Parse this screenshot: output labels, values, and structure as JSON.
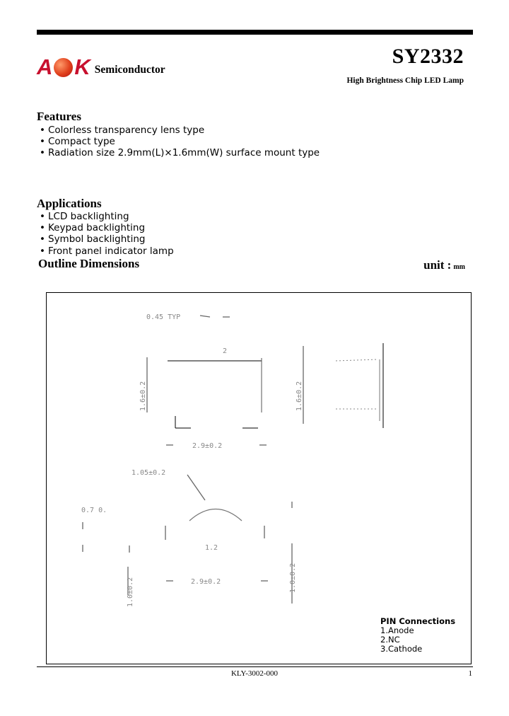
{
  "header": {
    "logo_letters": [
      "A",
      "K"
    ],
    "logo_text": "Semiconductor",
    "part_number": "SY2332",
    "subtitle": "High Brightness Chip LED Lamp"
  },
  "features": {
    "title": "Features",
    "items": [
      "Colorless transparency lens type",
      "Compact type",
      "Radiation size 2.9mm(L)×1.6mm(W) surface mount type"
    ]
  },
  "applications": {
    "title": "Applications",
    "items": [
      "LCD backlighting",
      "Keypad backlighting",
      "Symbol backlighting",
      "Front panel indicator lamp"
    ]
  },
  "outline": {
    "title": "Outline Dimensions",
    "unit_label": "unit :",
    "unit_value": "mm"
  },
  "drawing_labels": {
    "top_dim": "0.45 TYP",
    "top_center": "2",
    "left_vertical": "1.6±0.2",
    "bottom_dim": "2.9±0.2",
    "side_vertical": "1.6±0.2",
    "led_dim": "1.05±0.2",
    "left_small": "0.7 0.",
    "center_label": "1.2",
    "bottom_left_vertical": "1.0±0.2",
    "bottom_dim2": "2.9±0.2",
    "right_vertical": "1.0±0.2"
  },
  "pin_connections": {
    "title": "PIN Connections",
    "items": [
      "1.Anode",
      "2.NC",
      "3.Cathode"
    ]
  },
  "footer": {
    "code": "KLY-3002-000",
    "page": "1"
  },
  "colors": {
    "logo_red": "#c8102e",
    "drawing_gray": "#888888"
  }
}
